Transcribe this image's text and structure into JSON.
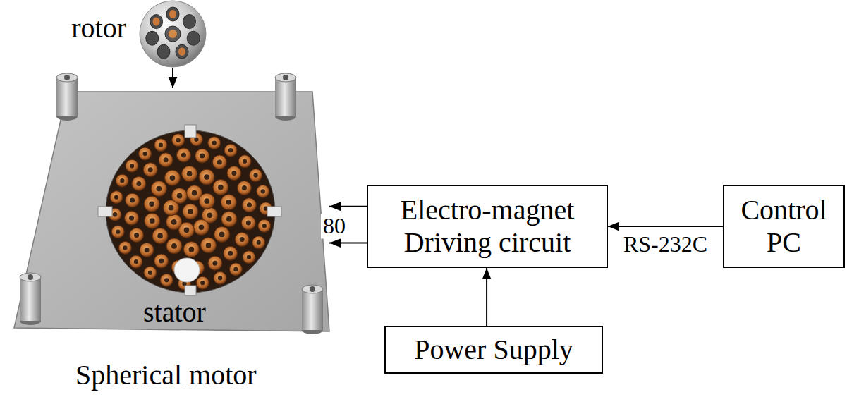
{
  "diagram": {
    "nodes": [
      {
        "text": [
          "rotor"
        ]
      },
      {
        "text": [
          "stator",
          "Spherical motor"
        ]
      },
      {
        "text": [
          "Electro-magnet Driving circuit"
        ]
      },
      {
        "text": [
          "Control PC"
        ]
      },
      {
        "text": [
          "Power Supply"
        ]
      }
    ],
    "edges": [
      {
        "from": 0,
        "to": 1,
        "arrow": "to"
      },
      {
        "from": 2,
        "to": 1,
        "arrow": "to"
      },
      {
        "from": 2,
        "to": 1,
        "arrow": "to"
      },
      {
        "from": 3,
        "to": 2,
        "label": "RS-232C",
        "arrow": "to"
      },
      {
        "from": 4,
        "to": 2,
        "arrow": "to"
      }
    ],
    "labels": [
      "80"
    ]
  }
}
